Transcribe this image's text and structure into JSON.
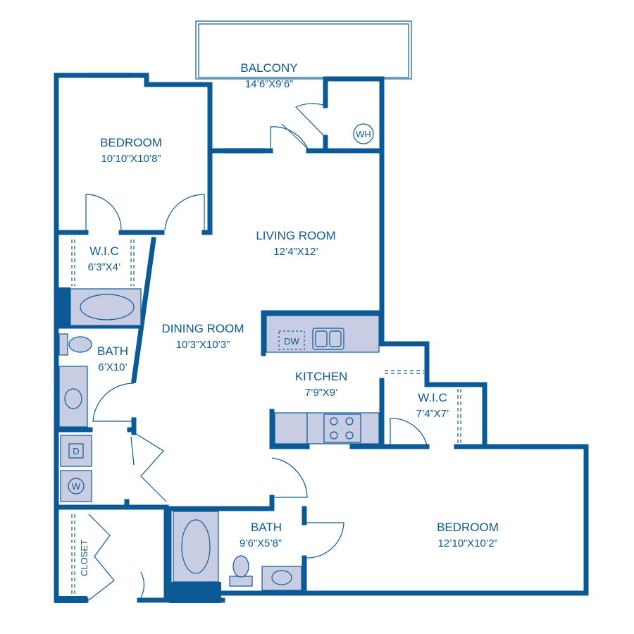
{
  "colors": {
    "wall": "#0b5a95",
    "fixture_fill": "#c9cde3",
    "text": "#0b5a95",
    "background": "#ffffff"
  },
  "rooms": {
    "balcony": {
      "name": "BALCONY",
      "size": "14’6”X9’6”"
    },
    "bedroom_1": {
      "name": "BEDROOM",
      "size": "10’10”X10’8”"
    },
    "wic_1": {
      "name": "W.I.C",
      "size": "6’3”X4’"
    },
    "living": {
      "name": "LIVING ROOM",
      "size": "12’4”X12’"
    },
    "dining": {
      "name": "DINING ROOM",
      "size": "10’3”X10’3”"
    },
    "bath_1": {
      "name": "BATH",
      "size": "6’X10’"
    },
    "kitchen": {
      "name": "KITCHEN",
      "size": "7’9”X9’"
    },
    "wic_2": {
      "name": "W.I.C",
      "size": "7’4”X7’"
    },
    "bath_2": {
      "name": "BATH",
      "size": "9’6”X5’8”"
    },
    "bedroom_2": {
      "name": "BEDROOM",
      "size": "12’10”X10’2”"
    },
    "closet": {
      "name": "CLOSET"
    }
  },
  "appliances": {
    "water_heater": "WH",
    "dishwasher": "DW",
    "dryer": "D",
    "washer": "W"
  }
}
